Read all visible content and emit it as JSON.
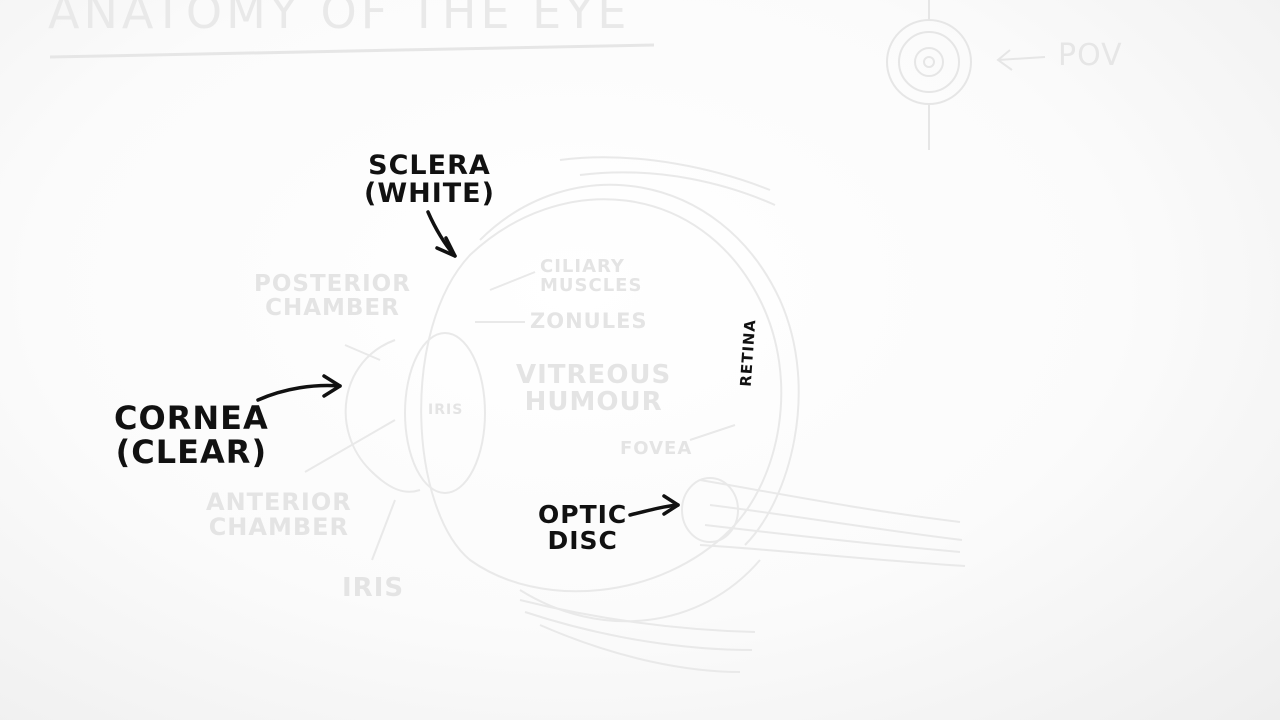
{
  "title": "ANATOMY OF THE EYE",
  "labels": {
    "sclera": "SCLERA\n(WHITE)",
    "cornea": "CORNEA\n(CLEAR)",
    "optic_disc": "OPTIC\nDISC",
    "retina": "RETINA",
    "posterior_chamber": "POSTERIOR\nCHAMBER",
    "ciliary_muscles": "CILIARY\nMUSCLES",
    "zonules": "ZONULES",
    "vitreous_humour": "VITREOUS\nHUMOUR",
    "iris_inner": "IRIS",
    "fovea": "FOVEA",
    "anterior_chamber": "ANTERIOR\nCHAMBER",
    "iris_outer": "IRIS",
    "pov": "POV"
  },
  "colors": {
    "ink": "#111111",
    "faint_ink": "#e4e4e4",
    "paper": "#fbfbfb"
  }
}
